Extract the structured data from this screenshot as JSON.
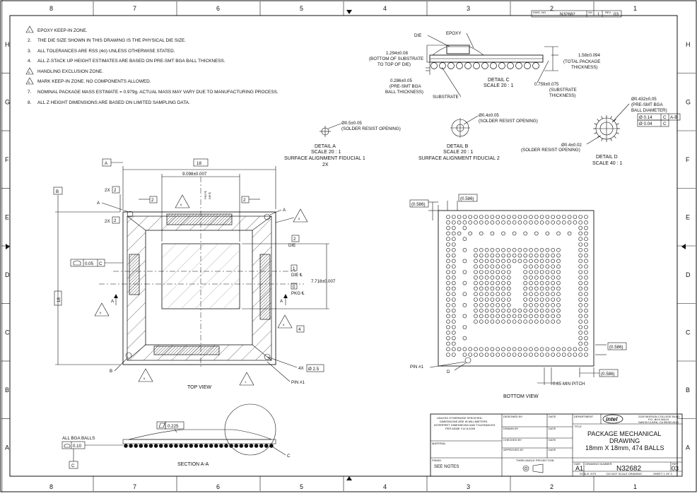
{
  "drawing": {
    "zone_columns": [
      "8",
      "7",
      "6",
      "5",
      "4",
      "3",
      "2",
      "1"
    ],
    "zone_rows": [
      "H",
      "G",
      "F",
      "E",
      "D",
      "C",
      "B",
      "A"
    ],
    "top_block": {
      "dwg_no_label": "DWG. NO.",
      "dwg_no": "N32682",
      "sh_label": "SH.",
      "sh": "1",
      "rev_label": "REV.",
      "rev": "03"
    }
  },
  "notes": [
    {
      "num": "1",
      "flag": true,
      "text": "EPOXY KEEP-IN ZONE."
    },
    {
      "num": "2.",
      "flag": false,
      "text": "THE DIE SIZE SHOWN IN THIS DRAWING IS THE PHYSICAL DIE SIZE."
    },
    {
      "num": "3.",
      "flag": false,
      "text": "ALL TOLERANCES ARE RSS (4σ) UNLESS OTHERWISE STATED."
    },
    {
      "num": "4.",
      "flag": false,
      "text": "ALL Z-STACK UP HEIGHT ESTIMATES ARE BASED ON PRE-SMT BGA BALL THICKNESS."
    },
    {
      "num": "5",
      "flag": true,
      "text": "HANDLING EXCLUSION ZONE."
    },
    {
      "num": "6",
      "flag": true,
      "text": "MARK KEEP-IN ZONE. NO COMPONENTS ALLOWED."
    },
    {
      "num": "7.",
      "flag": false,
      "text": "NOMINAL PACKAGE MASS ESTIMATE = 0.979g. ACTUAL MASS MAY VARY DUE TO MANUFACTURING PROCESS."
    },
    {
      "num": "8.",
      "flag": false,
      "text": "ALL Z HEIGHT DIMENSIONS ARE BASED ON LIMITED SAMPLING DATA."
    }
  ],
  "detail_c": {
    "die": "DIE",
    "epoxy": "EPOXY",
    "bottom_substrate": [
      "1.294±0.08",
      "(BOTTOM OF SUBSTRATE",
      "TO TOP OF DIE)"
    ],
    "total_height": [
      "1.58±0.094",
      "(TOTAL PACKAGE",
      "THICKNESS)"
    ],
    "ball_thickness": [
      "0.286±0.05",
      "(PRE-SMT BGA",
      "BALL THICKNESS)"
    ],
    "substrate": "SUBSTRATE",
    "substrate_thickness": [
      "0.759±0.075",
      "(SUBSTRATE",
      "THICKNESS)"
    ],
    "title": "DETAIL C",
    "scale": "SCALE 20 : 1"
  },
  "detail_a": {
    "opening": [
      "Ø0.5±0.05",
      "(SOLDER RESIST OPENING)"
    ],
    "title": "DETAIL A",
    "scale": "SCALE 20 : 1",
    "caption": "SURFACE ALIGNMENT FIDUCIAL 1",
    "qty": "2X"
  },
  "detail_b": {
    "opening": [
      "Ø0.4±0.05",
      "(SOLDER RESIST OPENING)"
    ],
    "title": "DETAIL B",
    "scale": "SCALE 20 : 1",
    "caption": "SURFACE ALIGNMENT FIDUCIAL 2"
  },
  "detail_d": {
    "ball": [
      "Ø0.432±0.05",
      "(PRE-SMT BGA",
      "BALL DIAMETER)"
    ],
    "fcf1": [
      "Ø 0.14",
      "C",
      "A-B"
    ],
    "fcf2": [
      "Ø 0.04",
      "C"
    ],
    "opening": [
      "Ø0.4±0.02",
      "(SOLDER RESIST OPENING)"
    ],
    "title": "DETAIL D",
    "scale": "SCALE 40 : 1"
  },
  "top_view": {
    "datum_a": "A",
    "datum_b": "B",
    "dim_18": "18",
    "dim_die_w": "9.098±0.007",
    "pkg_die_cl": [
      "PKG ℄",
      "DIE ℄"
    ],
    "two_x": "2X",
    "dim_2": "2",
    "dim_4": "4",
    "die": "DIE",
    "die_cl": "DIE ℄",
    "pkg_cl": "PKG ℄",
    "die_h": "7.718±0.007",
    "flatness": "0.05",
    "flatness_datum": "C",
    "fid_a": "A",
    "fid_b": "B",
    "flag_5": "5",
    "flag_6": "6",
    "flag_1": "1",
    "zero": "0",
    "hole_qty": "4X",
    "hole_dia": "Ø 2.5",
    "pin1": "PIN #1",
    "section": "A",
    "caption": "TOP VIEW"
  },
  "bottom_view": {
    "pitch_x": "(0.586)",
    "pitch_y": "(0.586)",
    "pitch_r1": "(0.586)",
    "pitch_r2": "(0.586)",
    "pin1": "PIN #1",
    "detail_d": "D",
    "min_pitch": "0.65 MIN PITCH",
    "caption": "BOTTOM VIEW"
  },
  "section_view": {
    "all_balls": "ALL BGA BALLS",
    "coplanarity": "0.10",
    "datum_c": "C",
    "parallel": "0.225",
    "detail_c": "C",
    "caption": "SECTION A-A"
  },
  "title_block": {
    "unless": [
      "UNLESS OTHERWISE SPECIFIED:",
      "DIMENSIONS ARE IN MILLIMETERS.",
      "INTERPRET DIMENSIONS AND TOLERANCES",
      "PER ASME Y14.5-2009"
    ],
    "material": "MATERIAL",
    "finish": "FINISH",
    "see_notes": "SEE NOTES",
    "designed_by": "DESIGNED BY",
    "drawn_by": "DRAWN BY",
    "checked_by": "CHECKED BY",
    "approved_by": "APPROVED BY",
    "date": "DATE",
    "projection": "THIRD ANGLE PROJECTION",
    "department": "DEPARTMENT",
    "logo": "intel",
    "address": [
      "2200 MISSION COLLEGE BLVD.",
      "P.O. BOX 58119",
      "SANTA CLARA, CA 95052-8119"
    ],
    "title_label": "TITLE",
    "title": [
      "PACKAGE MECHANICAL",
      "DRAWING",
      "18mm X 18mm, 474 BALLS"
    ],
    "size_label": "SIZE",
    "size": "A1",
    "dwg_label": "DRAWING NUMBER",
    "dwg": "N32682",
    "rev_label": "REV",
    "rev": "03",
    "scale": "SCALE: NTS",
    "do_not_scale": "DO NOT SCALE DRAWING",
    "sheet": "SHEET 1 OF 3"
  }
}
